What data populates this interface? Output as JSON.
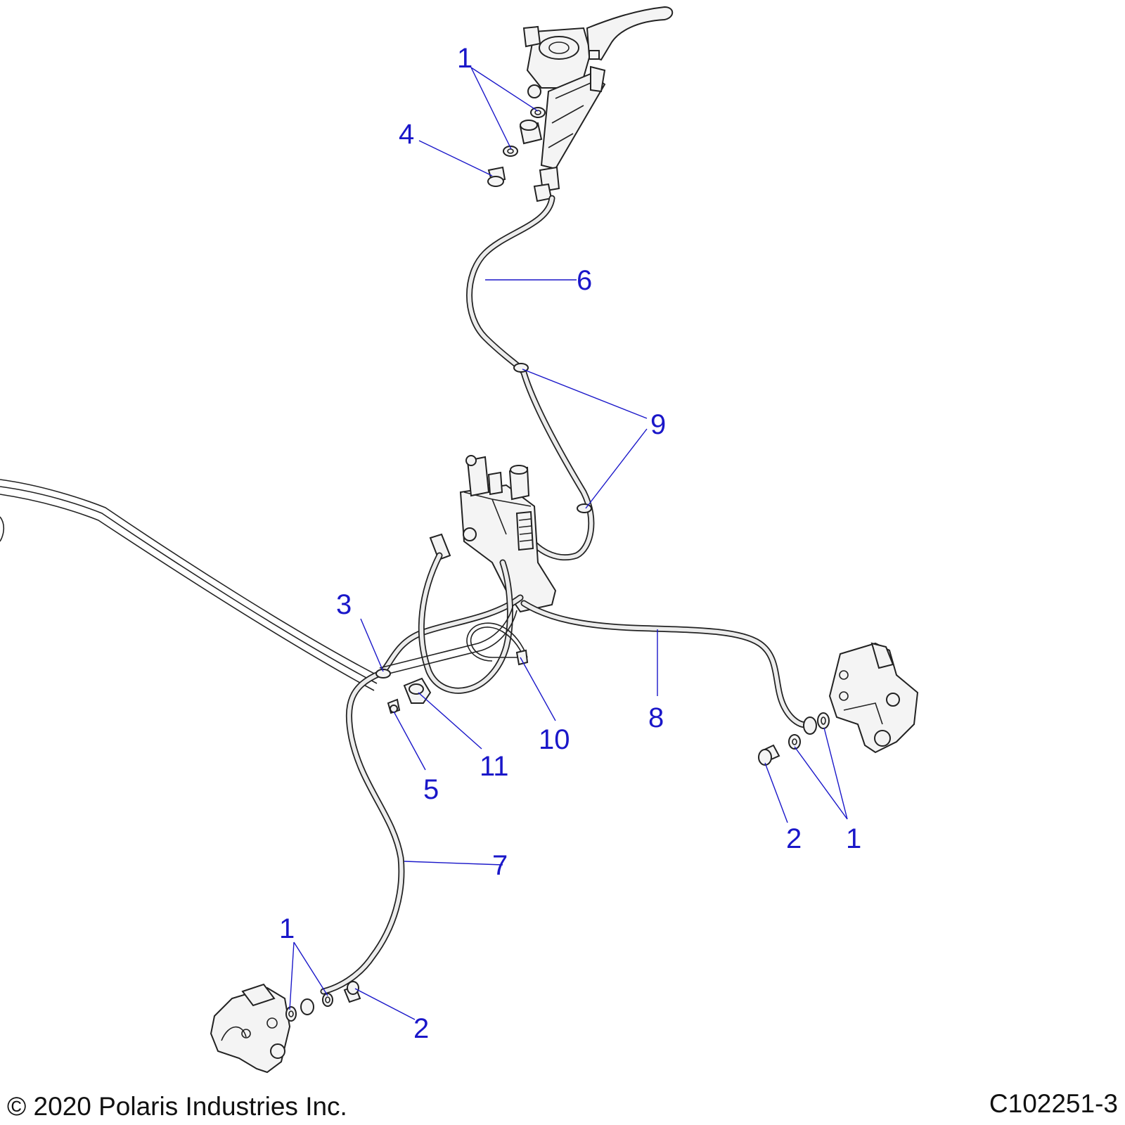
{
  "diagram": {
    "copyright": "© 2020 Polaris Industries Inc.",
    "drawing_number": "C102251-3",
    "callout_color": "#1a17c9",
    "callouts": {
      "c1_top": "1",
      "c4": "4",
      "c6": "6",
      "c9": "9",
      "c3": "3",
      "c10": "10",
      "c11": "11",
      "c5": "5",
      "c8": "8",
      "c2_right": "2",
      "c1_right": "1",
      "c7": "7",
      "c1_bottom": "1",
      "c2_bottom": "2"
    }
  }
}
